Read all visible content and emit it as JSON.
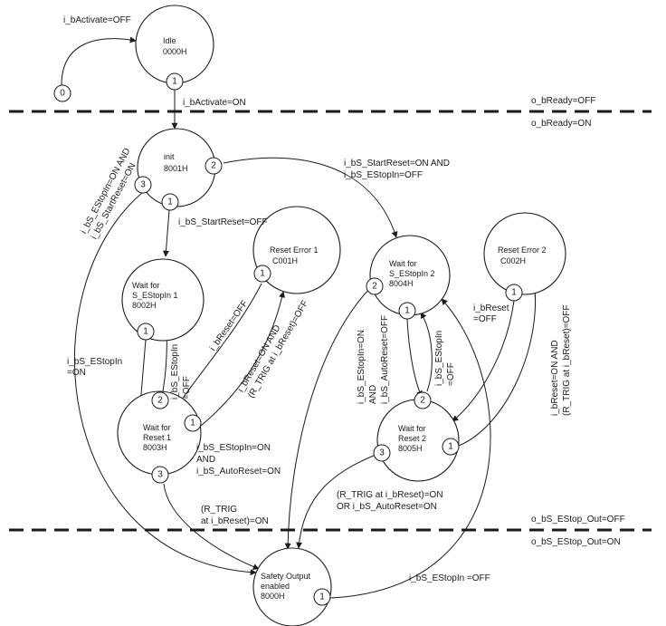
{
  "levels": {
    "ready_off": "o_bReady=OFF",
    "ready_on": "o_bReady=ON",
    "estop_out_off": "o_bS_EStop_Out=OFF",
    "estop_out_on": "o_bS_EStop_Out=ON"
  },
  "states": {
    "idle": {
      "name": "Idle",
      "code": "0000H"
    },
    "init": {
      "name": "init",
      "code": "8001H"
    },
    "wait_estop1": {
      "name1": "Wait for",
      "name2": "S_EStopIn 1",
      "code": "8002H"
    },
    "wait_reset1": {
      "name1": "Wait for",
      "name2": "Reset 1",
      "code": "8003H"
    },
    "reset_error1": {
      "name": "Reset Error 1",
      "code": "C001H"
    },
    "wait_estop2": {
      "name1": "Wait for",
      "name2": "S_EStopIn 2",
      "code": "8004H"
    },
    "wait_reset2": {
      "name1": "Wait for",
      "name2": "Reset 2",
      "code": "8005H"
    },
    "reset_error2": {
      "name": "Reset Error 2",
      "code": "C002H"
    },
    "safety": {
      "name1": "Safety Output",
      "name2": "enabled",
      "code": "8000H"
    }
  },
  "ports": {
    "p0": "0",
    "idle_1": "1",
    "init_1": "1",
    "init_2": "2",
    "init_3": "3",
    "we1_1": "1",
    "wr1_1": "1",
    "wr1_2": "2",
    "wr1_3": "3",
    "re1_1": "1",
    "we2_1": "1",
    "we2_2": "2",
    "wr2_1": "1",
    "wr2_2": "2",
    "wr2_3": "3",
    "re2_1": "1",
    "safety_1": "1"
  },
  "transitions": {
    "activate_off": "i_bActivate=OFF",
    "activate_on": "i_bActivate=ON",
    "init_to_safety_1": "i_bS_EStopIn=ON AND",
    "init_to_safety_2": "i_bS_StartReset=ON",
    "start_reset_off": "i_bS_StartReset=OFF",
    "start_reset_on_1": "i_bS_StartReset=ON AND",
    "start_reset_on_2": "i_bS_EStopIn=OFF",
    "estop_on_1": "i_bS_EStopIn",
    "estop_on_2": "=ON",
    "estop_off_1a": "i_bS_EStopIn",
    "estop_off_1b": "=OFF",
    "breset_off_1": "i_bReset=OFF",
    "breset_on_trig_1a": "i_bReset=ON AND",
    "breset_on_trig_1b": "(R_TRIG at i_bReset)=OFF",
    "autoreset_1": "i_bS_EStopIn=ON",
    "autoreset_2": "AND",
    "autoreset_3": "i_bS_AutoReset=ON",
    "rtrig_1a": "(R_TRIG",
    "rtrig_1b": "at i_bReset)=ON",
    "autoreset_off_1": "i_bS_EStopIn=ON",
    "autoreset_off_2": "AND",
    "autoreset_off_3": "i_bS_AutoReset=OFF",
    "estop_off_2a": "i_bS_EStopIn",
    "estop_off_2b": "=OFF",
    "breset_off_2a": "i_bReset",
    "breset_off_2b": "=OFF",
    "breset_on_trig_2a": "i_bReset=ON AND",
    "breset_on_trig_2b": "(R_TRIG at i_bReset)=OFF",
    "rtrig_2a": "(R_TRIG at i_bReset)=ON",
    "rtrig_2b": "OR i_bS_AutoReset=ON",
    "estop_off_final": "i_bS_EStopIn =OFF"
  }
}
